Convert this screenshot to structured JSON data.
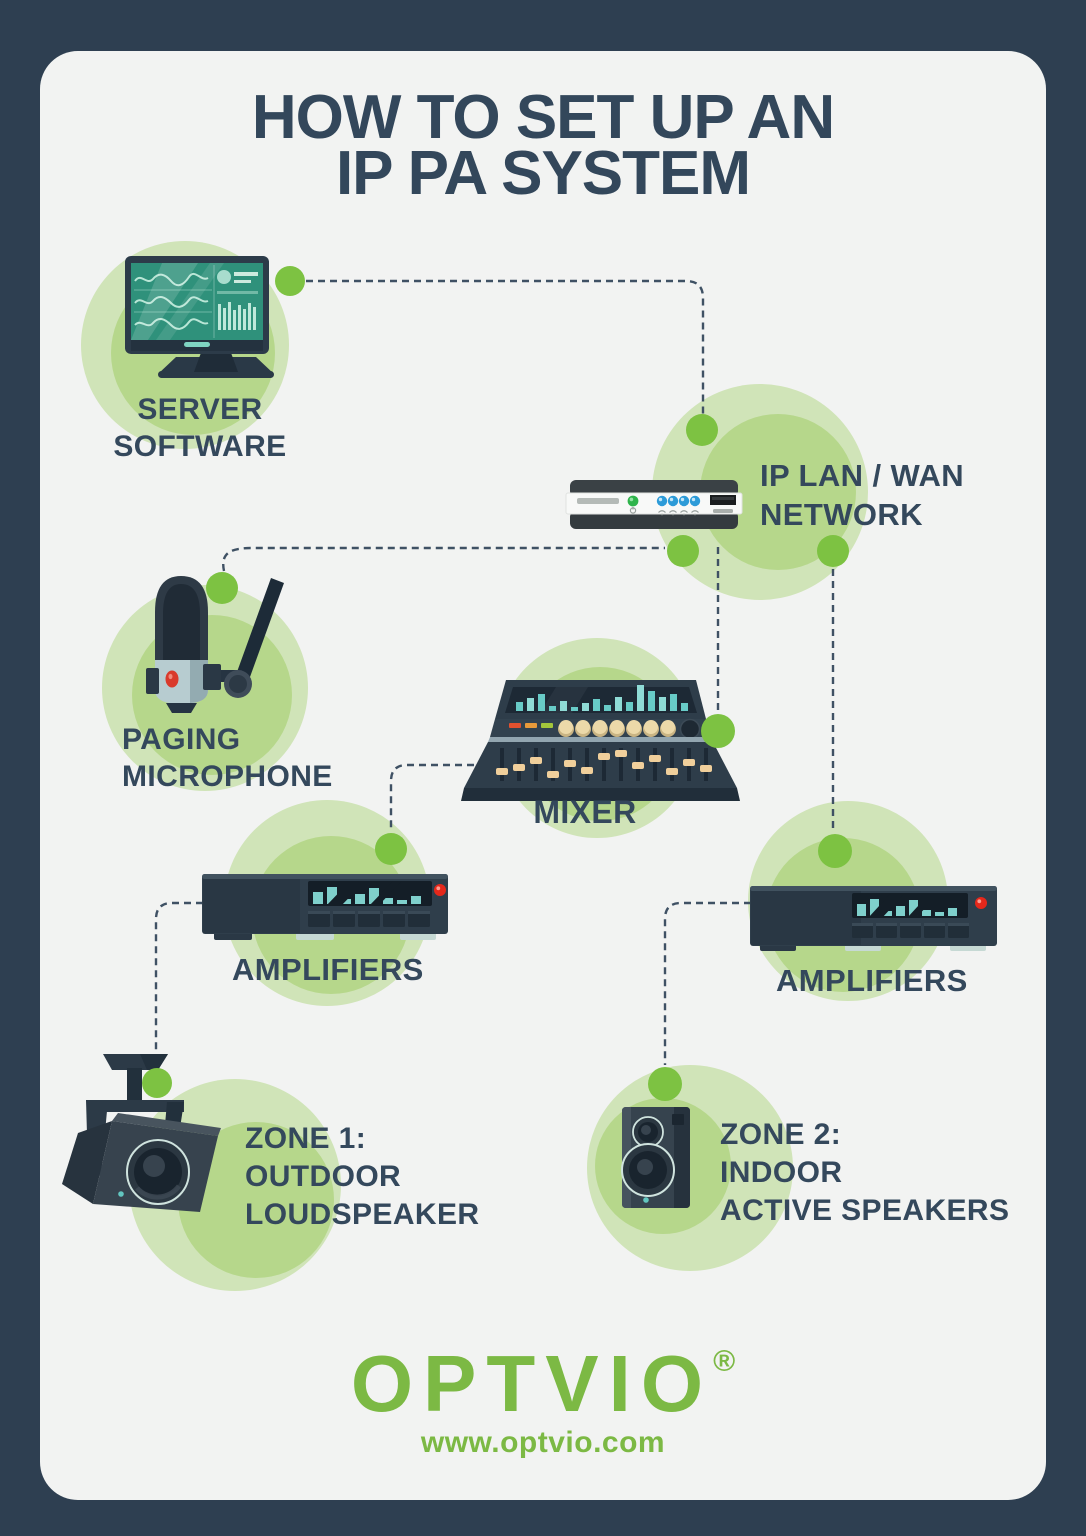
{
  "title": {
    "line1": "HOW TO SET UP AN",
    "line2": "IP PA SYSTEM"
  },
  "nodes": {
    "server": {
      "label1": "SERVER",
      "label2": "SOFTWARE"
    },
    "network": {
      "label1": "IP LAN / WAN",
      "label2": "NETWORK"
    },
    "microphone": {
      "label1": "PAGING",
      "label2": "MICROPHONE"
    },
    "mixer": {
      "label1": "MIXER"
    },
    "amplifier_left": {
      "label1": "AMPLIFIERS"
    },
    "amplifier_right": {
      "label1": "AMPLIFIERS"
    },
    "zone1": {
      "label1": "ZONE 1:",
      "label2": "OUTDOOR",
      "label3": "LOUDSPEAKER"
    },
    "zone2": {
      "label1": "ZONE 2:",
      "label2": "INDOOR",
      "label3": "ACTIVE SPEAKERS"
    }
  },
  "footer": {
    "brand": "OPTVIO",
    "registered_mark": "®",
    "website": "www.optvio.com"
  },
  "colors": {
    "background": "#2e3f51",
    "card": "#f2f3f2",
    "heading_text": "#33475b",
    "label_text": "#34485c",
    "connector": "#3f5164",
    "dot_green": "#7dc242",
    "circle_light": "#d0e4b8",
    "circle_mid": "#b6d78b",
    "logo_green": "#7cb944",
    "device_dark": "#2f3e4b",
    "screen_teal": "#2f917b",
    "eq_teal": "#68cbc7",
    "led_blue": "#2d9bd8",
    "led_green": "#2eb44b",
    "led_red": "#e5281b"
  }
}
